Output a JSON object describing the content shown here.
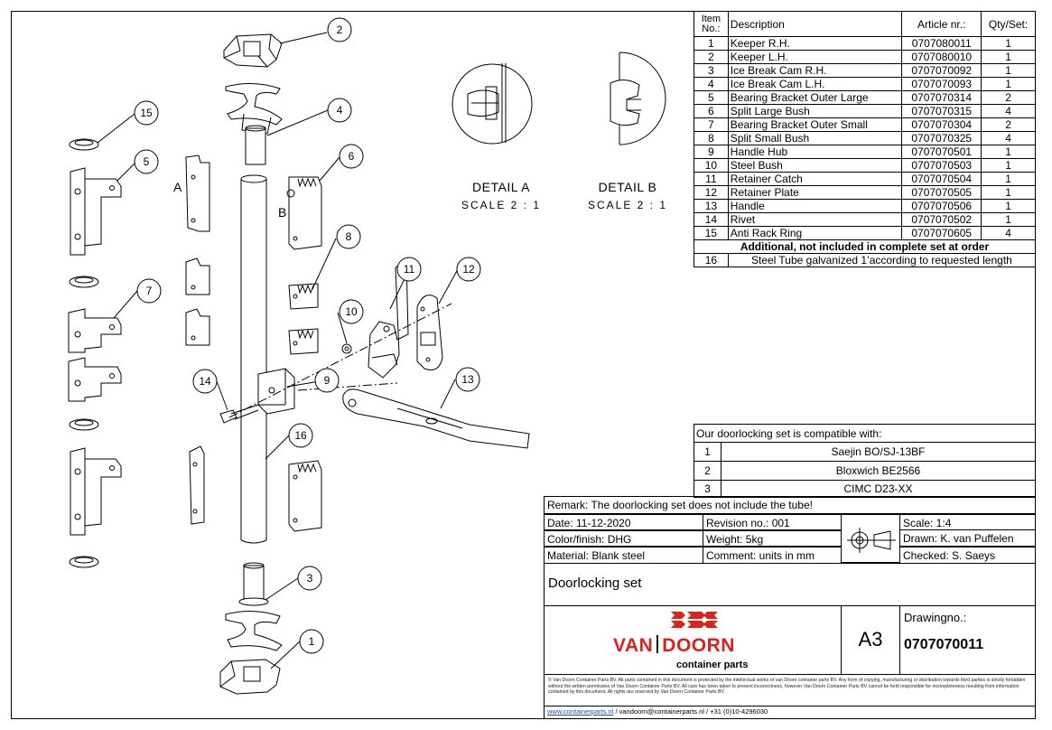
{
  "parts_table": {
    "headers": {
      "item": "Item No.:",
      "description": "Description",
      "article": "Article nr.:",
      "qty": "Qty/Set:"
    },
    "rows": [
      {
        "item": "1",
        "description": "Keeper R.H.",
        "article": "0707080011",
        "qty": "1"
      },
      {
        "item": "2",
        "description": "Keeper L.H.",
        "article": "0707080010",
        "qty": "1"
      },
      {
        "item": "3",
        "description": "Ice Break Cam R.H.",
        "article": "0707070092",
        "qty": "1"
      },
      {
        "item": "4",
        "description": "Ice Break Cam L.H.",
        "article": "0707070093",
        "qty": "1"
      },
      {
        "item": "5",
        "description": "Bearing Bracket Outer Large",
        "article": "0707070314",
        "qty": "2"
      },
      {
        "item": "6",
        "description": "Split Large Bush",
        "article": "0707070315",
        "qty": "4"
      },
      {
        "item": "7",
        "description": "Bearing Bracket Outer Small",
        "article": "0707070304",
        "qty": "2"
      },
      {
        "item": "8",
        "description": "Split Small Bush",
        "article": "0707070325",
        "qty": "4"
      },
      {
        "item": "9",
        "description": "Handle Hub",
        "article": "0707070501",
        "qty": "1"
      },
      {
        "item": "10",
        "description": "Steel Bush",
        "article": "0707070503",
        "qty": "1"
      },
      {
        "item": "11",
        "description": "Retainer Catch",
        "article": "0707070504",
        "qty": "1"
      },
      {
        "item": "12",
        "description": "Retainer Plate",
        "article": "0707070505",
        "qty": "1"
      },
      {
        "item": "13",
        "description": "Handle",
        "article": "0707070506",
        "qty": "1"
      },
      {
        "item": "14",
        "description": "Rivet",
        "article": "0707070502",
        "qty": "1"
      },
      {
        "item": "15",
        "description": "Anti Rack Ring",
        "article": "0707070605",
        "qty": "4"
      }
    ],
    "additional_header": "Additional, not included in complete set at order",
    "additional_rows": [
      {
        "item": "16",
        "description": "Steel Tube galvanized 1’according to requested length"
      }
    ]
  },
  "details": [
    {
      "label": "DETAIL A",
      "scale": "SCALE 2 : 1"
    },
    {
      "label": "DETAIL B",
      "scale": "SCALE 2 : 1"
    }
  ],
  "view_letters": {
    "a": "A",
    "b": "B"
  },
  "balloons": [
    "1",
    "2",
    "3",
    "4",
    "5",
    "6",
    "7",
    "8",
    "9",
    "10",
    "11",
    "12",
    "13",
    "14",
    "15",
    "16"
  ],
  "compat": {
    "title": "Our doorlocking set is compatible with:",
    "rows": [
      {
        "no": "1",
        "model": "Saejin BO/SJ-13BF"
      },
      {
        "no": "2",
        "model": "Bloxwich BE2566"
      },
      {
        "no": "3",
        "model": "CIMC D23-XX"
      }
    ]
  },
  "title_block": {
    "remark": "Remark: The doorlocking set does not include the tube!",
    "date": "Date:  11-12-2020",
    "revision": "Revision no.: 001",
    "scale": "Scale: 1:4",
    "color": "Color/finish: DHG",
    "weight": "Weight: 5kg",
    "drawn": "Drawn: K. van Puffelen",
    "material": "Material: Blank steel",
    "comment": "Comment: units in mm",
    "checked": "Checked: S. Saeys",
    "title": "Doorlocking set",
    "sheet_size": "A3",
    "drawingno_label": "Drawingno.:",
    "drawingno": "0707070011",
    "logo_word_1": "VAN",
    "logo_word_2": "DOORN",
    "logo_sub": "container parts",
    "legal": "© Van Doorn Container Parts BV. All parts contained in this document is protected by the intellectual works of van Doorn container parts BV. Any form of copying, manufacturing or distribution towards third parties is strictly forbidden without the written permission of Van Doorn Container Parts BV. All care has been taken to prevent incorrectness, however Van Doorn Container Parts BV cannot be held responsible for incompleteness resulting from information contained by this document. All rights are reserved by Van Doorn Container Parts BV.",
    "footer_link": "www.containerparts.nl",
    "footer_rest": "/ vandoorn@containerparts.nl / +31 (0)10-4296030"
  },
  "colors": {
    "brand_red": "#d9231d",
    "line": "#000000",
    "link": "#1a4fbf"
  }
}
